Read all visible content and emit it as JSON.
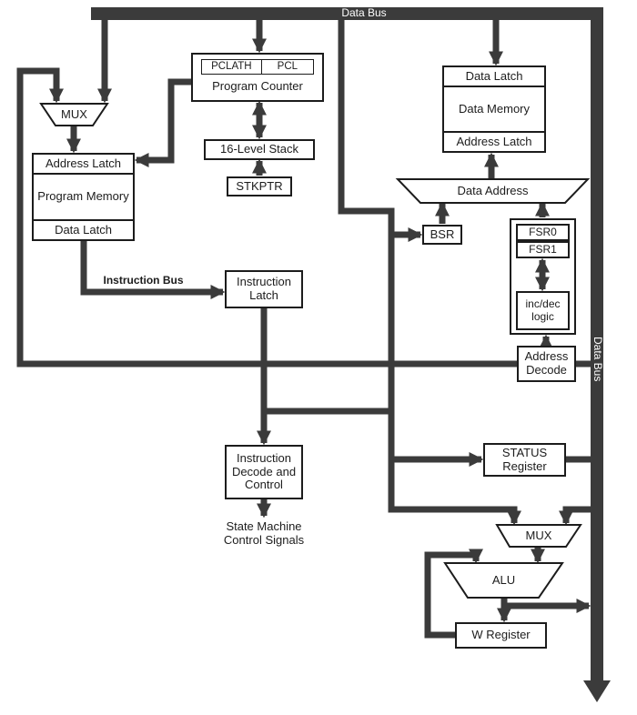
{
  "buses": {
    "top": {
      "label": "Data Bus"
    },
    "right": {
      "label": "Data Bus"
    }
  },
  "blocks": {
    "pclath": "PCLATH",
    "pcl": "PCL",
    "program_counter": "Program Counter",
    "mux_top": "MUX",
    "prog_address_latch": "Address Latch",
    "program_memory": "Program Memory",
    "prog_data_latch": "Data Latch",
    "stack": "16-Level Stack",
    "stkptr": "STKPTR",
    "data_latch": "Data Latch",
    "data_memory": "Data Memory",
    "data_address_latch": "Address Latch",
    "data_address_mux": "Data Address",
    "bsr": "BSR",
    "fsr0": "FSR0",
    "fsr1": "FSR1",
    "inc_dec_line1": "inc/dec",
    "inc_dec_line2": "logic",
    "address_decode_line1": "Address",
    "address_decode_line2": "Decode",
    "instruction_latch_line1": "Instruction",
    "instruction_latch_line2": "Latch",
    "instruction_decode_line1": "Instruction",
    "instruction_decode_line2": "Decode and",
    "instruction_decode_line3": "Control",
    "status_line1": "STATUS",
    "status_line2": "Register",
    "mux_bottom": "MUX",
    "alu": "ALU",
    "w_register": "W Register"
  },
  "labels": {
    "instruction_bus": "Instruction Bus",
    "state_machine_line1": "State Machine",
    "state_machine_line2": "Control Signals"
  },
  "colors": {
    "line": "#3b3b3b",
    "box_border": "#1c1c1c",
    "bus_fill": "#3b3b3b",
    "bus_text": "#ffffff",
    "background": "#ffffff",
    "text": "#1c1c1c"
  }
}
